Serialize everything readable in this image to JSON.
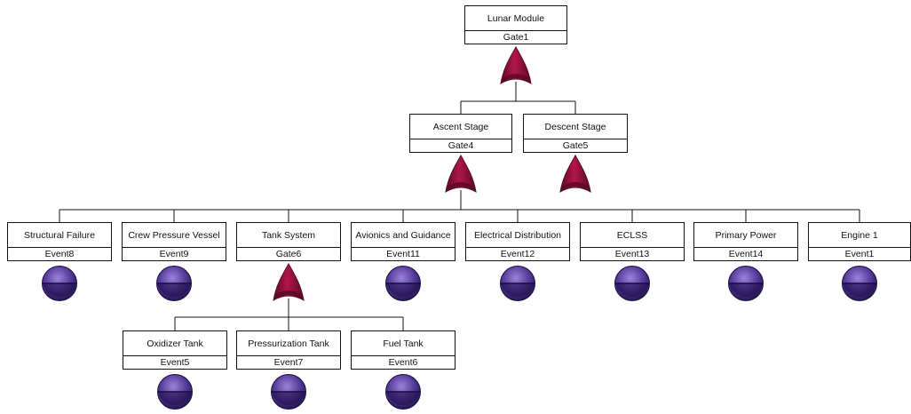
{
  "colors": {
    "line": "#111111",
    "gate_fill": "#b0164a",
    "gate_shadow": "#5a0a24",
    "event_fill": "#5b3fa0",
    "event_shadow": "#1c0f45"
  },
  "nodes": {
    "lunar_module": {
      "label": "Lunar Module",
      "id": "Gate1",
      "kind": "or-gate"
    },
    "ascent_stage": {
      "label": "Ascent Stage",
      "id": "Gate4",
      "kind": "or-gate"
    },
    "descent_stage": {
      "label": "Descent Stage",
      "id": "Gate5",
      "kind": "or-gate"
    },
    "structural_failure": {
      "label": "Structural Failure",
      "id": "Event8",
      "kind": "basic-event"
    },
    "crew_pressure_vessel": {
      "label": "Crew Pressure Vessel",
      "id": "Event9",
      "kind": "basic-event"
    },
    "tank_system": {
      "label": "Tank System",
      "id": "Gate6",
      "kind": "or-gate"
    },
    "avionics_guidance": {
      "label": "Avionics and Guidance",
      "id": "Event11",
      "kind": "basic-event"
    },
    "electrical_dist": {
      "label": "Electrical Distribution",
      "id": "Event12",
      "kind": "basic-event"
    },
    "eclss": {
      "label": "ECLSS",
      "id": "Event13",
      "kind": "basic-event"
    },
    "primary_power": {
      "label": "Primary Power",
      "id": "Event14",
      "kind": "basic-event"
    },
    "engine_1": {
      "label": "Engine 1",
      "id": "Event1",
      "kind": "basic-event"
    },
    "oxidizer_tank": {
      "label": "Oxidizer Tank",
      "id": "Event5",
      "kind": "basic-event"
    },
    "pressurization_tank": {
      "label": "Pressurization Tank",
      "id": "Event7",
      "kind": "basic-event"
    },
    "fuel_tank": {
      "label": "Fuel Tank",
      "id": "Event6",
      "kind": "basic-event"
    }
  }
}
